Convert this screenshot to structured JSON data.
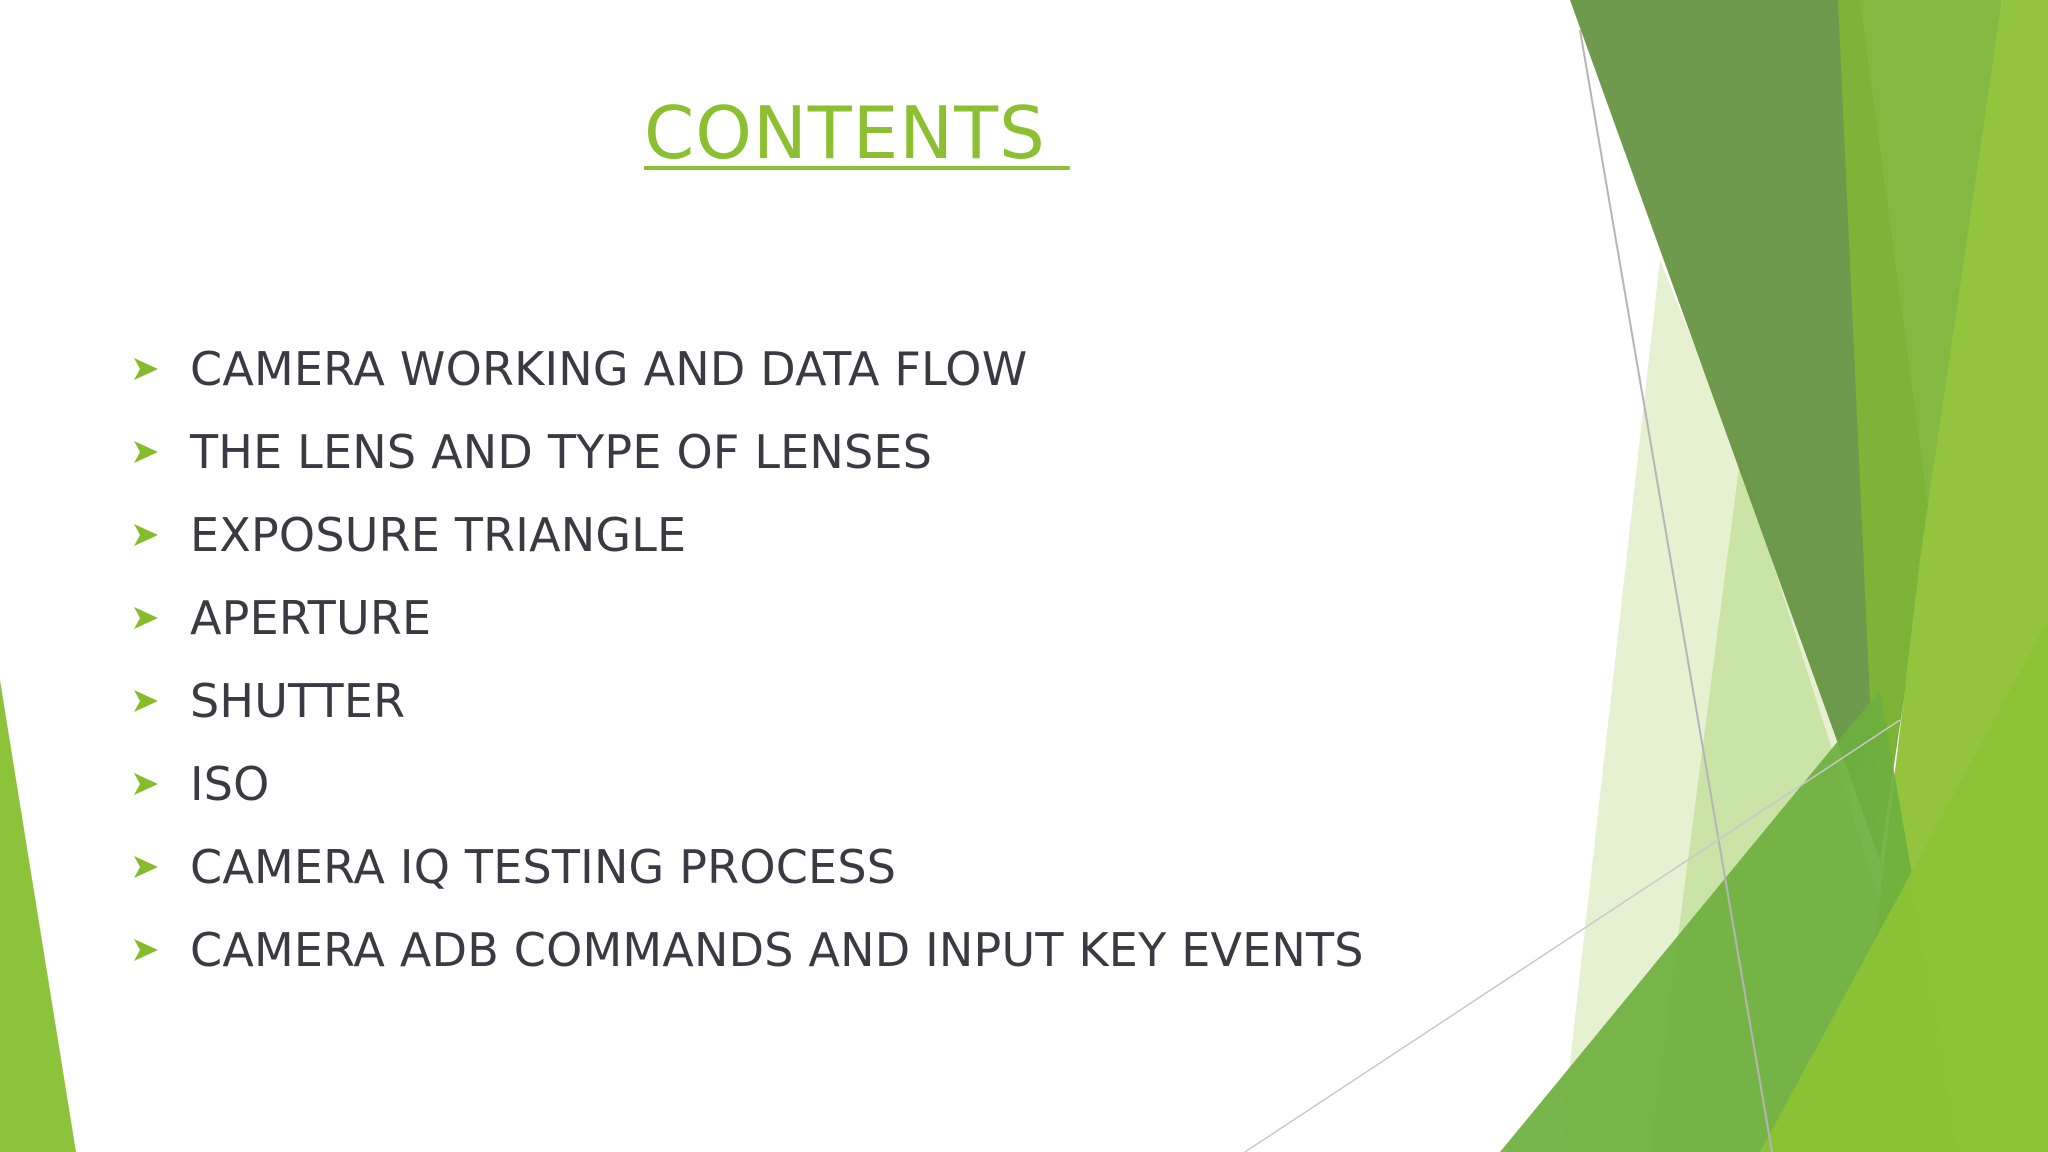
{
  "slide": {
    "title": "CONTENTS ",
    "items": [
      {
        "text": "CAMERA WORKING AND DATA FLOW"
      },
      {
        "text": "THE LENS AND TYPE OF LENSES"
      },
      {
        "text": "EXPOSURE TRIANGLE"
      },
      {
        "text": "APERTURE"
      },
      {
        "text": "SHUTTER"
      },
      {
        "text": "ISO"
      },
      {
        "text": "CAMERA IQ TESTING PROCESS"
      },
      {
        "text": "CAMERA ADB COMMANDS AND INPUT KEY EVENTS"
      }
    ],
    "bullet_icon": "arrow-bullet-icon"
  },
  "colors": {
    "title": "#8cc032",
    "text": "#3b3a42",
    "bullet": "#86bc2b",
    "accent_dark": "#5e8f3c",
    "accent_mid": "#7cb33c",
    "accent_light": "#c6e0a0",
    "accent_bright": "#94c43e"
  }
}
